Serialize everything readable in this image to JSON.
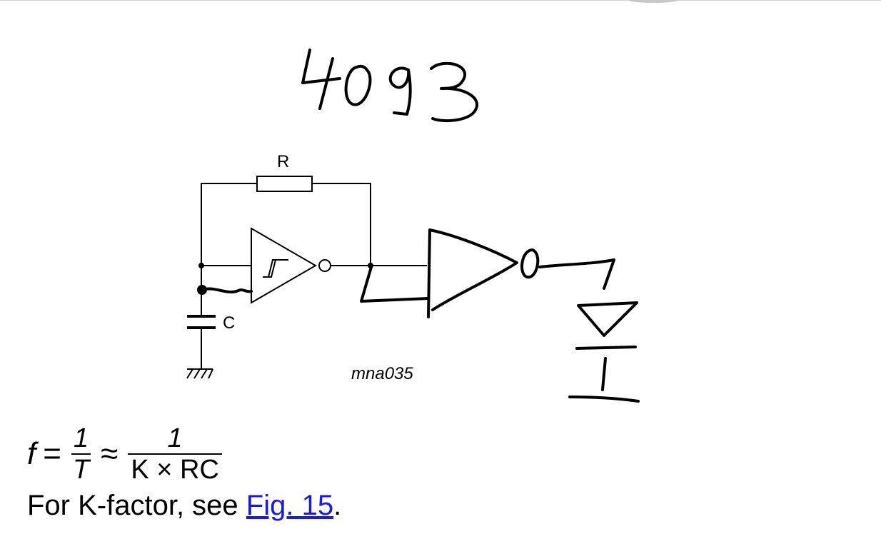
{
  "handwritten_title": "4093",
  "circuit": {
    "resistor_label": "R",
    "capacitor_label": "C",
    "caption": "mna035",
    "gate_symbol": "schmitt-trigger-inverter",
    "handdrawn_parts": [
      "buffer-triangle",
      "diode"
    ]
  },
  "formula": {
    "f": "f",
    "eq": "=",
    "frac1_num": "1",
    "frac1_den": "T",
    "approx": "≈",
    "frac2_num": "1",
    "frac2_den": "K × RC"
  },
  "note": {
    "text": "For K-factor, see ",
    "link": "Fig. 15",
    "suffix": "."
  },
  "colors": {
    "link": "#1a1ae6",
    "ink": "#000000"
  }
}
